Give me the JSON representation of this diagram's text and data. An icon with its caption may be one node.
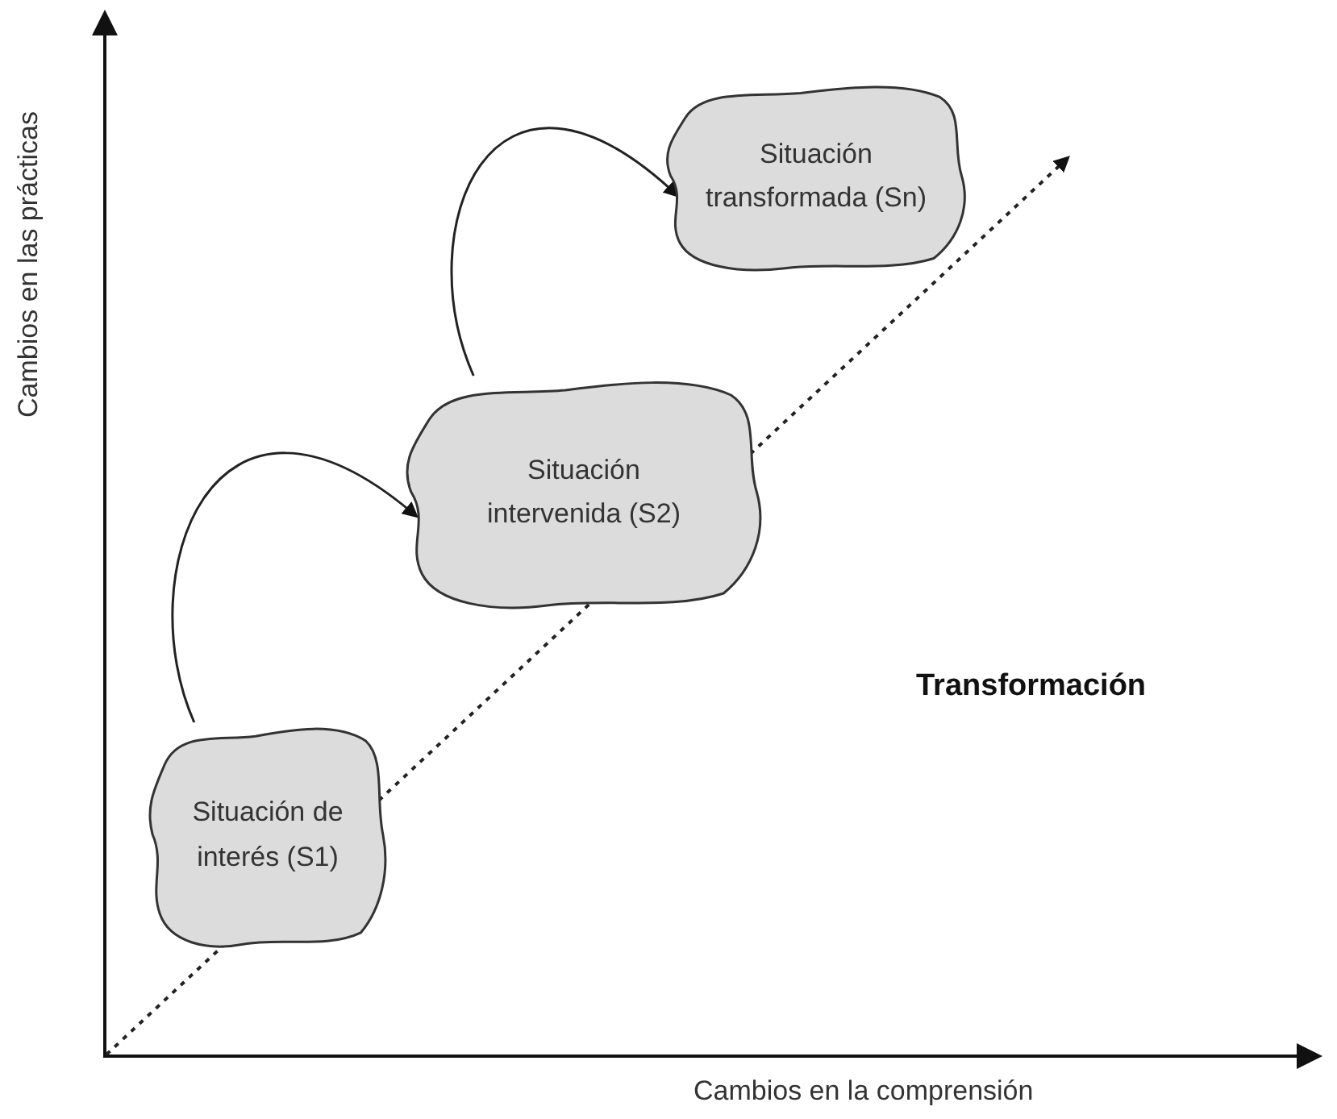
{
  "diagram": {
    "nodes": [
      {
        "text": [
          "Situación de interés (S1)"
        ]
      },
      {
        "text": [
          "Situación intervenida (S2)"
        ]
      },
      {
        "text": [
          "Situación transformada (Sn)"
        ]
      }
    ],
    "edges": [
      {
        "from": 0,
        "to": 1,
        "arrow": "to"
      },
      {
        "from": 1,
        "to": 2,
        "arrow": "to"
      }
    ],
    "labels": [
      "Cambios en las prácticas",
      "Transformación",
      "Cambios en la comprensión"
    ]
  }
}
